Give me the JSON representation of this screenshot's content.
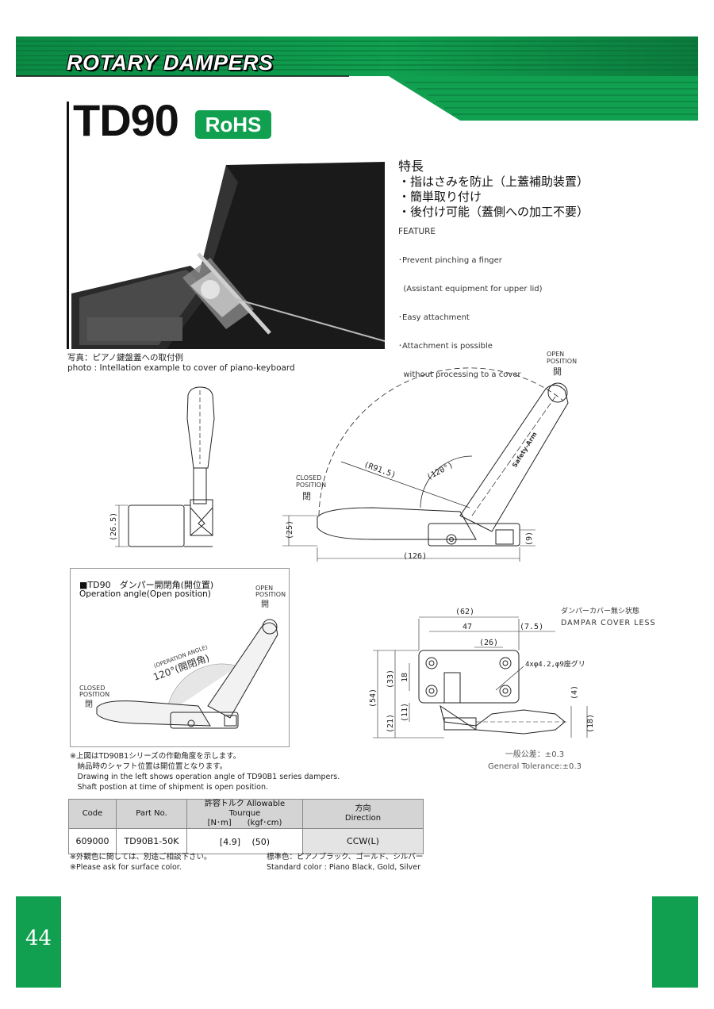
{
  "header": {
    "category": "ROTARY DAMPERS"
  },
  "product": {
    "model": "TD90",
    "badge": "RoHS"
  },
  "photo": {
    "caption_jp": "写真：ピアノ鍵盤蓋への取付例",
    "caption_en": "photo : Intellation example to cover of piano-keyboard"
  },
  "features": {
    "title_jp": "特長",
    "items_jp": [
      "・指はさみを防止（上蓋補助装置）",
      "・簡単取り付け",
      "・後付け可能（蓋側への加工不要）"
    ],
    "title_en": "FEATURE",
    "items_en": [
      "･Prevent pinching a finger",
      "  (Assistant equipment for upper lid)",
      "･Easy attachment",
      "･Attachment is possible",
      "  without processing to a cover"
    ]
  },
  "drawing_side": {
    "open_label": "OPEN",
    "position_label": "POSITION",
    "open_jp": "開",
    "closed_label": "CLOSED",
    "closed_jp": "閉",
    "dim_radius": "(R91.5)",
    "dim_angle": "(120°)",
    "dim_height": "(25)",
    "dim_length": "(126)",
    "dim_base": "(9)",
    "arm_text": "Safety-Arm"
  },
  "drawing_front": {
    "dim_height": "(26.5)"
  },
  "operation_angle": {
    "title_jp": "■TD90　ダンパー開閉角(開位置)",
    "title_en": "Operation angle(Open position)",
    "angle_en": "(OPERATION ANGLE)",
    "angle_jp": "120°(開閉角)",
    "open_label": "OPEN",
    "position_label": "POSITION",
    "open_jp": "開",
    "closed_label": "CLOSED",
    "closed_jp": "閉"
  },
  "drawing_top": {
    "note_jp": "ダンパーカバー無シ状態",
    "note_en": "DAMPAR COVER LESS",
    "dim_62": "(62)",
    "dim_47": "47",
    "dim_75": "(7.5)",
    "dim_26": "(26)",
    "dim_hole": "4xφ4.2,φ9座グリ",
    "dim_54": "(54)",
    "dim_33": "(33)",
    "dim_18a": "18",
    "dim_21": "(21)",
    "dim_11": "(11)",
    "dim_4": "(4)",
    "dim_18b": "(18)"
  },
  "tolerance": {
    "jp": "一般公差：±0.3",
    "en": "General Tolerance:±0.3"
  },
  "notes": [
    "※上図はTD90B1シリーズの作動角度を示します。",
    "　納品時のシャフト位置は開位置となります。",
    "　Drawing in the left shows operation angle of TD90B1 series dampers.",
    "　Shaft postion at time of shipment is open position."
  ],
  "table": {
    "headers": {
      "code": "Code",
      "part": "Part No.",
      "torque_line1": "許容トルク Allowable Tourque",
      "torque_line2": "[N･m]　　(kgf･cm)",
      "dir_line1": "方向",
      "dir_line2": "Direction"
    },
    "rows": [
      {
        "code": "609000",
        "part": "TD90B1-50K",
        "torque": "[4.9]　 (50)",
        "direction": "CCW(L)"
      }
    ]
  },
  "footer": {
    "note1_jp": "※外観色に関しては、別途ご相談下さい。",
    "note1_en": "※Please ask for surface color.",
    "color_jp": "標準色：ピアノブラック、ゴールド、シルバー",
    "color_en": "Standard color : Piano Black, Gold, Silver"
  },
  "page": {
    "number": "44"
  },
  "colors": {
    "brand_green": "#10a050",
    "dark_green": "#0a7a3a"
  }
}
